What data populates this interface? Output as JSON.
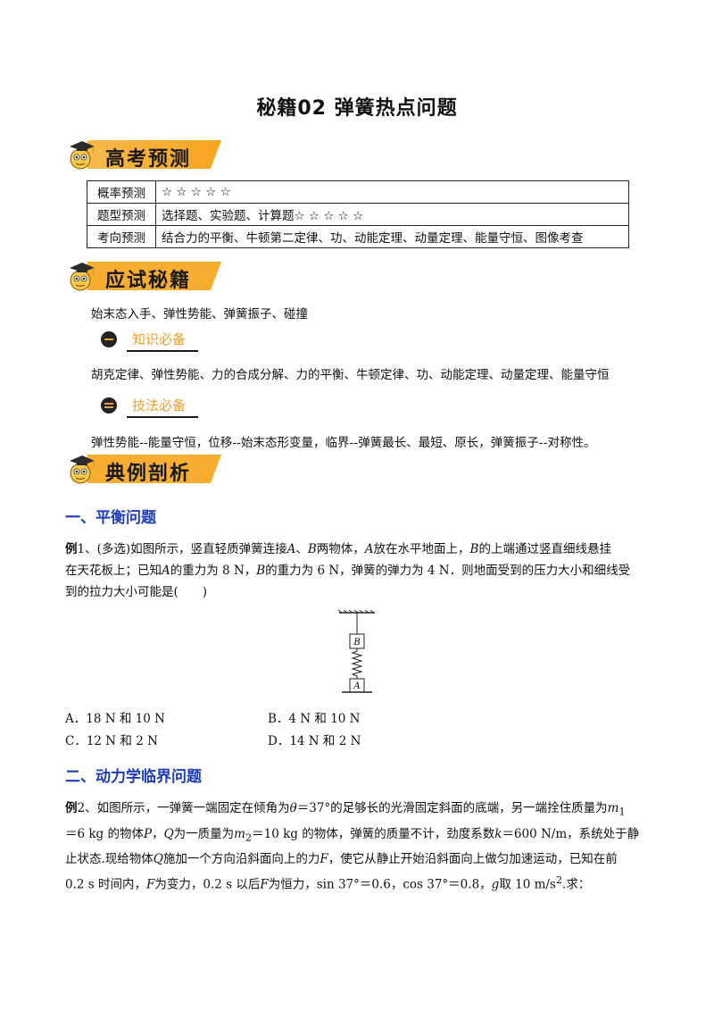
{
  "title": "秘籍02  弹簧热点问题",
  "banners": {
    "b1": "高考预测",
    "b2": "应试秘籍",
    "b3": "典例剖析"
  },
  "prediction_table": {
    "rows": [
      {
        "key": "概率预测",
        "value": "☆ ☆ ☆ ☆ ☆"
      },
      {
        "key": "题型预测",
        "value": "选择题、实验题、计算题☆ ☆ ☆ ☆ ☆"
      },
      {
        "key": "考向预测",
        "value": "结合力的平衡、牛顿第二定律、功、动能定理、动量定理、能量守恒、图像考查"
      }
    ]
  },
  "strategy_intro": "始末态入手、弹性势能、弹簧振子、碰撞",
  "knowledge": {
    "label": "知识必备",
    "text": "胡克定律、弹性势能、力的合成分解、力的平衡、牛顿定律、功、动能定理、动量定理、能量守恒"
  },
  "technique": {
    "label": "技法必备",
    "text": "弹性势能--能量守恒，位移--始末态形变量，临界--弹簧最长、最短、原长，弹簧振子--对称性。"
  },
  "section1": {
    "heading": "一、平衡问题",
    "example_label": "例",
    "ex_num": "1、(多选)如图所示，竖直轻质弹簧连接",
    "var_A": "A",
    "t_comma": "、",
    "var_B": "B",
    "t_objects": "两物体，",
    "var_A2": "A",
    "t_ground": "放在水平地面上，",
    "var_B2": "B",
    "t_upper": "的上端通过竖直细线悬挂",
    "line2a": "在天花板上；已知",
    "var_A3": "A",
    "line2b": "的重力为 8 N，",
    "var_B3": "B",
    "line2c": "的重力为 6 N，弹簧的弹力为 4 N．则地面受到的压力大小和细线受",
    "line3": "到的拉力大小可能是(　　)",
    "fig_label_B": "B",
    "fig_label_A": "A",
    "options": {
      "A": "A．18 N 和 10 N",
      "B": "B．4 N 和 10 N",
      "C": "C．12 N 和 2 N",
      "D": "D．14 N 和 2 N"
    }
  },
  "section2": {
    "heading": "二、动力学临界问题",
    "example_label": "例",
    "l1a": "2、如图所示，一弹簧一端固定在倾角为",
    "theta": "θ",
    "l1b": "＝37°的足够长的光滑固定斜面的底端，另一端拴住质量为",
    "m1": "m",
    "m1sub": "1",
    "l2a": "＝6 kg 的物体",
    "P": "P",
    "l2b": "，",
    "Q": "Q",
    "l2c": "为一质量为",
    "m2": "m",
    "m2sub": "2",
    "l2d": "＝10 kg 的物体，弹簧的质量不计，劲度系数",
    "k": "k",
    "l2e": "＝600 N/m，系统处于静",
    "l3a": "止状态.现给物体",
    "Q2": "Q",
    "l3b": "施加一个方向沿斜面向上的力",
    "F": "F",
    "l3c": "，使它从静止开始沿斜面向上做匀加速运动，已知在前",
    "l4a": "0.2 s 时间内，",
    "F2": "F",
    "l4b": "为变力，0.2 s 以后",
    "F3": "F",
    "l4c": "为恒力，sin 37°＝0.6，cos 37°＝0.8，",
    "g": "g",
    "l4d": "取 10 m/s",
    "sup2": "2",
    "l4e": ".求："
  }
}
